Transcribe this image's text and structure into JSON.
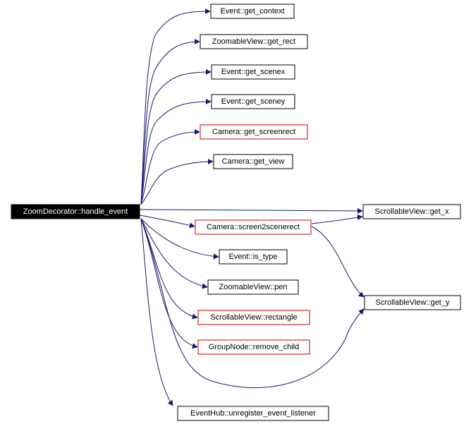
{
  "nodes": {
    "root": {
      "label": "ZoomDecorator::handle_event",
      "fill": "#000000",
      "text": "#ffffff",
      "stroke": "#000000"
    },
    "get_context": {
      "label": "Event::get_context",
      "fill": "#ffffff",
      "text": "#000000",
      "stroke": "#000000"
    },
    "get_rect": {
      "label": "ZoomableView::get_rect",
      "fill": "#ffffff",
      "text": "#000000",
      "stroke": "#000000"
    },
    "get_scenex": {
      "label": "Event::get_scenex",
      "fill": "#ffffff",
      "text": "#000000",
      "stroke": "#000000"
    },
    "get_sceney": {
      "label": "Event::get_sceney",
      "fill": "#ffffff",
      "text": "#000000",
      "stroke": "#000000"
    },
    "get_screenrect": {
      "label": "Camera::get_screenrect",
      "fill": "#ffffff",
      "text": "#000000",
      "stroke": "#cc0000"
    },
    "get_view": {
      "label": "Camera::get_view",
      "fill": "#ffffff",
      "text": "#000000",
      "stroke": "#000000"
    },
    "get_x": {
      "label": "ScrollableView::get_x",
      "fill": "#ffffff",
      "text": "#000000",
      "stroke": "#000000"
    },
    "screen2scenerect": {
      "label": "Camera::screen2scenerect",
      "fill": "#ffffff",
      "text": "#000000",
      "stroke": "#cc0000"
    },
    "is_type": {
      "label": "Event::is_type",
      "fill": "#ffffff",
      "text": "#000000",
      "stroke": "#000000"
    },
    "pen": {
      "label": "ZoomableView::pen",
      "fill": "#ffffff",
      "text": "#000000",
      "stroke": "#000000"
    },
    "get_y": {
      "label": "ScrollableView::get_y",
      "fill": "#ffffff",
      "text": "#000000",
      "stroke": "#000000"
    },
    "rectangle": {
      "label": "ScrollableView::rectangle",
      "fill": "#ffffff",
      "text": "#000000",
      "stroke": "#cc0000"
    },
    "remove_child": {
      "label": "GroupNode::remove_child",
      "fill": "#ffffff",
      "text": "#000000",
      "stroke": "#cc0000"
    },
    "unregister": {
      "label": "EventHub::unregister_event_listener",
      "fill": "#ffffff",
      "text": "#000000",
      "stroke": "#000000"
    }
  },
  "edges": [
    {
      "from": "root",
      "to": "get_context"
    },
    {
      "from": "root",
      "to": "get_rect"
    },
    {
      "from": "root",
      "to": "get_scenex"
    },
    {
      "from": "root",
      "to": "get_sceney"
    },
    {
      "from": "root",
      "to": "get_screenrect"
    },
    {
      "from": "root",
      "to": "get_view"
    },
    {
      "from": "root",
      "to": "get_x"
    },
    {
      "from": "root",
      "to": "screen2scenerect"
    },
    {
      "from": "root",
      "to": "is_type"
    },
    {
      "from": "root",
      "to": "pen"
    },
    {
      "from": "root",
      "to": "rectangle"
    },
    {
      "from": "root",
      "to": "remove_child"
    },
    {
      "from": "root",
      "to": "get_y"
    },
    {
      "from": "root",
      "to": "unregister"
    },
    {
      "from": "screen2scenerect",
      "to": "get_x"
    },
    {
      "from": "screen2scenerect",
      "to": "get_y"
    }
  ],
  "edge_color": "#191970"
}
